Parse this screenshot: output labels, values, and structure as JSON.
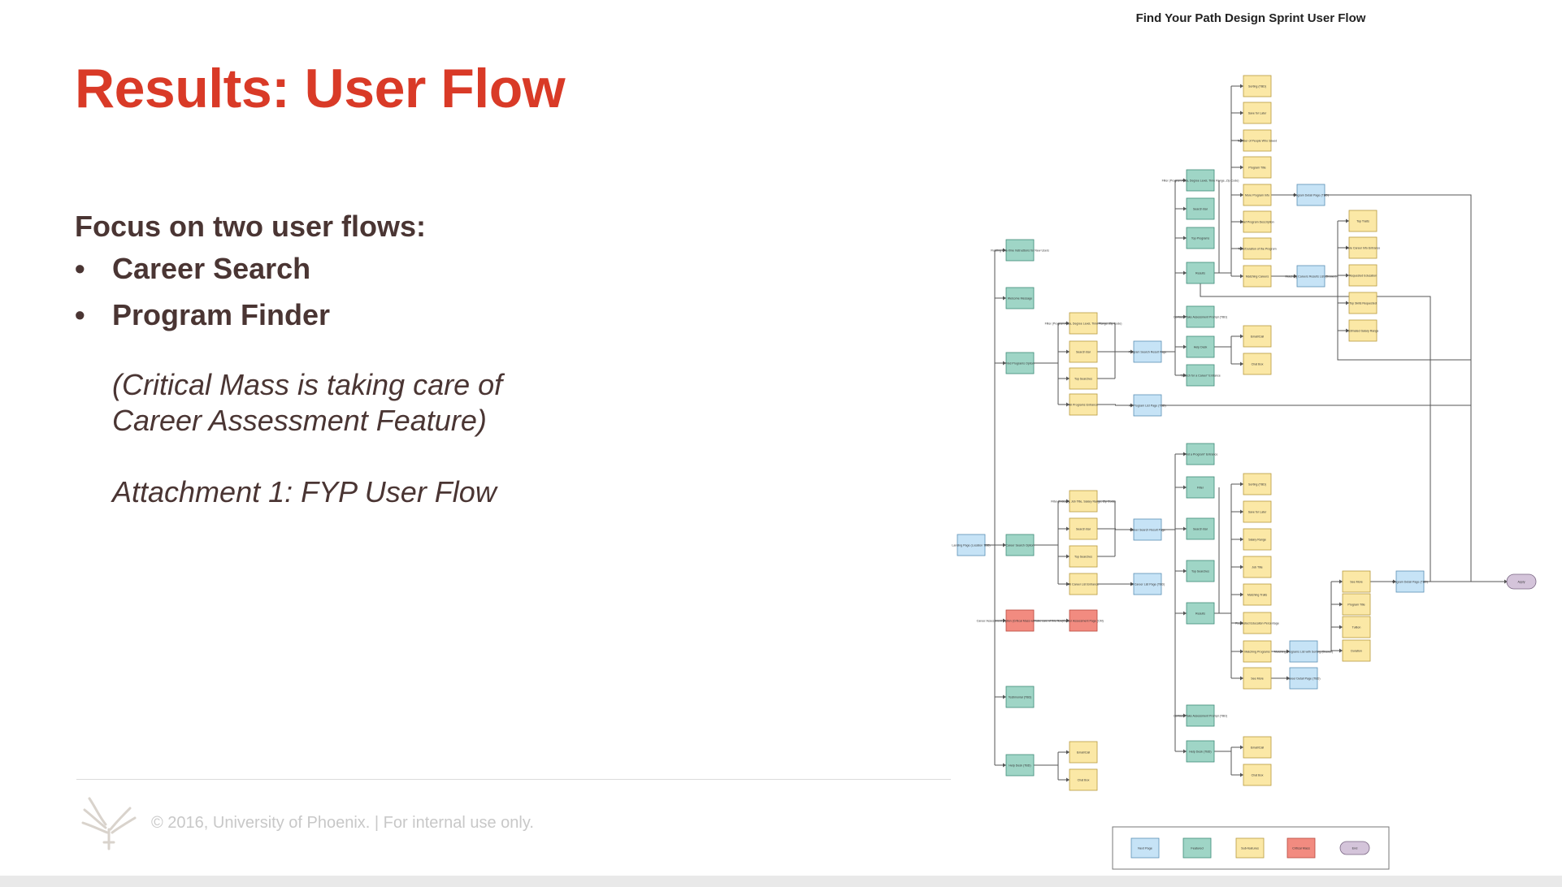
{
  "slide": {
    "title": "Results: User Flow",
    "focus_heading": "Focus on two user flows:",
    "bullets": [
      "Career Search",
      "Program Finder"
    ],
    "note_line1": "(Critical Mass is taking care of",
    "note_line2": "Career Assessment Feature)",
    "attachment": "Attachment 1: FYP User Flow",
    "footer": "© 2016, University of Phoenix.  |  For internal use only.",
    "bullet_glyph": "•"
  },
  "colors": {
    "title": "#d93a27",
    "text": "#4a3533",
    "footer": "#c8c8c8",
    "next_page": "#c6e3f6",
    "featured": "#9fd5c6",
    "sub_feature": "#fbe8a6",
    "critical_mass": "#f28b80",
    "end": "#d4c4da"
  },
  "diagram": {
    "title": "Find Your Path Design Sprint User Flow",
    "nodes": [
      {
        "id": "landing",
        "t": "n",
        "label": "Landing Page (Location TBD)"
      },
      {
        "id": "firsttime",
        "t": "f",
        "label": "Floating One-time Instructions for New Users"
      },
      {
        "id": "welcome",
        "t": "f",
        "label": "Welcome Message"
      },
      {
        "id": "findprog",
        "t": "f",
        "label": "Find Programs Option"
      },
      {
        "id": "careersearch",
        "t": "f",
        "label": "Career Search Option"
      },
      {
        "id": "careerassess",
        "t": "c",
        "label": "Career Assessment Option (Critical Mass will take care of this flow)"
      },
      {
        "id": "testimonial",
        "t": "f",
        "label": "Testimonial (TBD)"
      },
      {
        "id": "helpdesk1",
        "t": "f",
        "label": "Help Desk (TBD)"
      },
      {
        "id": "pf_filter",
        "t": "s",
        "label": "Filter (Program Area, Degree Level, Time Range, Zip Code)"
      },
      {
        "id": "pf_search",
        "t": "s",
        "label": "Search Bar"
      },
      {
        "id": "pf_top",
        "t": "s",
        "label": "Top Searches"
      },
      {
        "id": "pf_all",
        "t": "s",
        "label": "All Programs Entrance"
      },
      {
        "id": "pf_result",
        "t": "n",
        "label": "Program Search Result Page"
      },
      {
        "id": "pf_list",
        "t": "n",
        "label": "All Program List Page (TBD)"
      },
      {
        "id": "cs_filter",
        "t": "s",
        "label": "Filter (Industry, Job Title, Salary Range, Zip Code)"
      },
      {
        "id": "cs_search",
        "t": "s",
        "label": "Search Bar"
      },
      {
        "id": "cs_top",
        "t": "s",
        "label": "Top Searches"
      },
      {
        "id": "cs_all",
        "t": "s",
        "label": "All Career List Entrance"
      },
      {
        "id": "cs_result",
        "t": "n",
        "label": "Career Search Result Page"
      },
      {
        "id": "cs_list",
        "t": "n",
        "label": "All Career List Page (TBD)"
      },
      {
        "id": "ca_page",
        "t": "c",
        "label": "Career Assessment Page (CM)"
      },
      {
        "id": "hd_email",
        "t": "s",
        "label": "Email/Call"
      },
      {
        "id": "hd_chat",
        "t": "s",
        "label": "Chat Box"
      },
      {
        "id": "pr_filter",
        "t": "f",
        "label": "Filter (Program Area, Degree Level, Time Range, Zip Code)"
      },
      {
        "id": "pr_search",
        "t": "f",
        "label": "Search Bar"
      },
      {
        "id": "pr_top",
        "t": "f",
        "label": "Top Programs"
      },
      {
        "id": "pr_results",
        "t": "f",
        "label": "Results"
      },
      {
        "id": "pr_contact",
        "t": "f",
        "label": "Contact / Take Assessment Prompt (TBD)"
      },
      {
        "id": "pr_help",
        "t": "f",
        "label": "Help Desk"
      },
      {
        "id": "pr_searchcareer",
        "t": "f",
        "label": "\"Search for a Career\" Entrance"
      },
      {
        "id": "pr_sort",
        "t": "s",
        "label": "Sorting (TBD)"
      },
      {
        "id": "pr_save",
        "t": "s",
        "label": "Save for Later"
      },
      {
        "id": "pr_number",
        "t": "s",
        "label": "Number of People Who Saved"
      },
      {
        "id": "pr_title",
        "t": "s",
        "label": "Program Title"
      },
      {
        "id": "pr_more",
        "t": "s",
        "label": "More Program Info"
      },
      {
        "id": "pr_brief",
        "t": "s",
        "label": "Brief Program Description"
      },
      {
        "id": "pr_time",
        "t": "s",
        "label": "Time/Duration of the Program"
      },
      {
        "id": "pr_match",
        "t": "s",
        "label": "Matching Careers"
      },
      {
        "id": "pr_detail",
        "t": "n",
        "label": "Program Detail Page (TBD)"
      },
      {
        "id": "pr_matchlist",
        "t": "n",
        "label": "Matching Careers Results List (Drawer)"
      },
      {
        "id": "pr_toptraits",
        "t": "s",
        "label": "Top Traits"
      },
      {
        "id": "pr_morecareer",
        "t": "s",
        "label": "More Career Info Entrance"
      },
      {
        "id": "pr_reqedu",
        "t": "s",
        "label": "Requested Education"
      },
      {
        "id": "pr_topskills",
        "t": "s",
        "label": "Top Skills Requested"
      },
      {
        "id": "pr_salary",
        "t": "s",
        "label": "Estimated Salary Range"
      },
      {
        "id": "pr_email",
        "t": "s",
        "label": "Email/Call"
      },
      {
        "id": "pr_chat",
        "t": "s",
        "label": "Chat Box"
      },
      {
        "id": "cr_findprog",
        "t": "f",
        "label": "\"Find a Program\" Entrance"
      },
      {
        "id": "cr_filter",
        "t": "f",
        "label": "Filter"
      },
      {
        "id": "cr_search",
        "t": "f",
        "label": "Search Bar"
      },
      {
        "id": "cr_top",
        "t": "f",
        "label": "Top Searches"
      },
      {
        "id": "cr_results",
        "t": "f",
        "label": "Results"
      },
      {
        "id": "cr_contact",
        "t": "f",
        "label": "Contact / Take Assessment Prompt (TBD)"
      },
      {
        "id": "cr_help",
        "t": "f",
        "label": "Help Desk (TBD)"
      },
      {
        "id": "cr_sort",
        "t": "s",
        "label": "Sorting (TBD)"
      },
      {
        "id": "cr_save",
        "t": "s",
        "label": "Save for Later"
      },
      {
        "id": "cr_salary",
        "t": "s",
        "label": "Salary Range"
      },
      {
        "id": "cr_job",
        "t": "s",
        "label": "Job Title"
      },
      {
        "id": "cr_traits",
        "t": "s",
        "label": "Matching Traits"
      },
      {
        "id": "cr_reqedu",
        "t": "s",
        "label": "Requested Education Percentage"
      },
      {
        "id": "cr_matchprog",
        "t": "s",
        "label": "Matching Programs"
      },
      {
        "id": "cr_seemore",
        "t": "s",
        "label": "See More"
      },
      {
        "id": "cr_proglist",
        "t": "n",
        "label": "Matching Programs List with Sorting (Drawer)"
      },
      {
        "id": "cr_careerdetail",
        "t": "n",
        "label": "Career Detail Page (TBD)"
      },
      {
        "id": "cr_seemore2",
        "t": "s",
        "label": "See More"
      },
      {
        "id": "cr_progtitle",
        "t": "s",
        "label": "Program Title"
      },
      {
        "id": "cr_tuition",
        "t": "s",
        "label": "Tuition"
      },
      {
        "id": "cr_duration",
        "t": "s",
        "label": "Duration"
      },
      {
        "id": "cr_progdetail",
        "t": "n",
        "label": "Program Detail Page (TBD)"
      },
      {
        "id": "cr_email",
        "t": "s",
        "label": "Email/Call"
      },
      {
        "id": "cr_chat",
        "t": "s",
        "label": "Chat Box"
      },
      {
        "id": "end",
        "t": "e",
        "label": "Apply"
      }
    ],
    "legend": [
      {
        "t": "n",
        "label": "Next Page"
      },
      {
        "t": "f",
        "label": "Featured"
      },
      {
        "t": "s",
        "label": "Sub-features"
      },
      {
        "t": "c",
        "label": "Critical Mass"
      },
      {
        "t": "e",
        "label": "End"
      }
    ]
  }
}
